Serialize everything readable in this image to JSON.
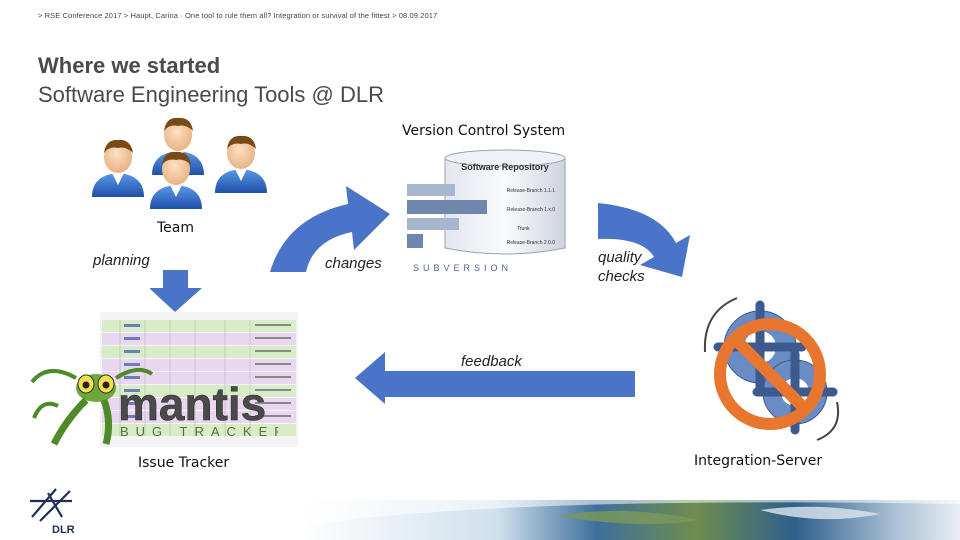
{
  "header": {
    "breadcrumb": "> RSE Conference 2017 > Haupt, Carina  ·  One tool to rule them all? Integration or survival of the fittest > 08.09.2017"
  },
  "slide": {
    "title": "Where we started",
    "subtitle": "Software Engineering Tools @ DLR"
  },
  "labels": {
    "vcs": "Version Control System",
    "team": "Team",
    "planning": "planning",
    "changes": "changes",
    "quality": "quality",
    "checks": "checks",
    "feedback": "feedback",
    "issue_tracker": "Issue Tracker",
    "integration_server": "Integration-Server"
  },
  "repository": {
    "title": "Software Repository",
    "branches": [
      "Release-Branch 1.1.1",
      "Release-Branch 1.x.0",
      "Trunk",
      "Release-Branch 2.0.0"
    ],
    "logo": "SUBVERSION"
  },
  "mantis": {
    "logo": "mantis",
    "tagline": "BUG TRACKER"
  },
  "logo": {
    "text": "DLR"
  },
  "colors": {
    "arrow": "#4a74c8",
    "prohibit": "#e8762f",
    "team_shirt": "#2f6fd0"
  }
}
